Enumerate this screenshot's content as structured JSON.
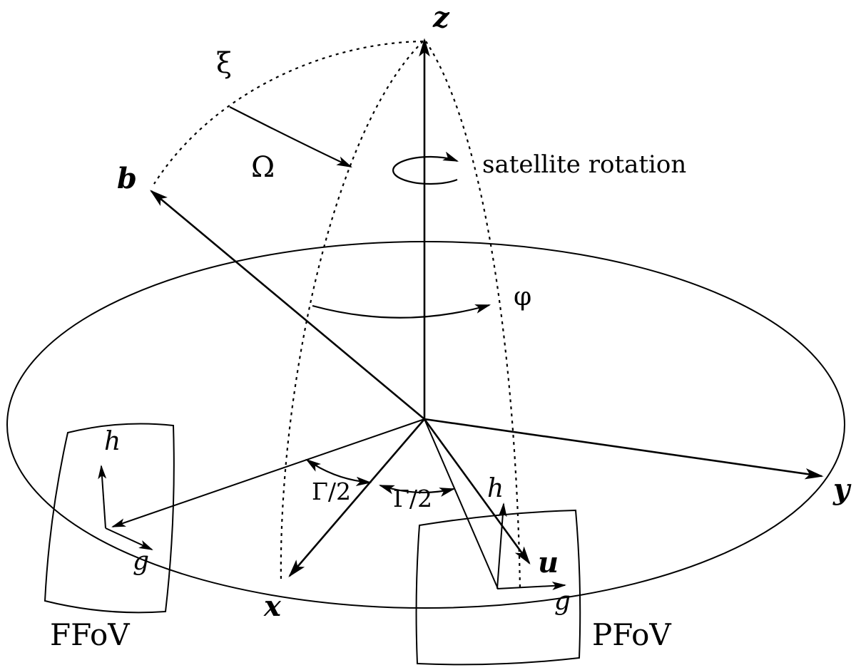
{
  "diagram": {
    "axes": {
      "x_label": "x",
      "y_label": "y",
      "z_label": "z"
    },
    "vectors": {
      "b_label": "b",
      "u_label": "u"
    },
    "angles": {
      "xi_label": "ξ",
      "omega_label": "Ω",
      "phi_label": "φ",
      "gamma_half_left_label": "Γ/2",
      "gamma_half_right_label": "Γ/2"
    },
    "rotation_annotation": "satellite rotation",
    "ffov": {
      "name_label": "FFoV",
      "h_axis_label": "h",
      "g_axis_label": "g"
    },
    "pfov": {
      "name_label": "PFoV",
      "h_axis_label": "h",
      "g_axis_label": "g"
    }
  }
}
